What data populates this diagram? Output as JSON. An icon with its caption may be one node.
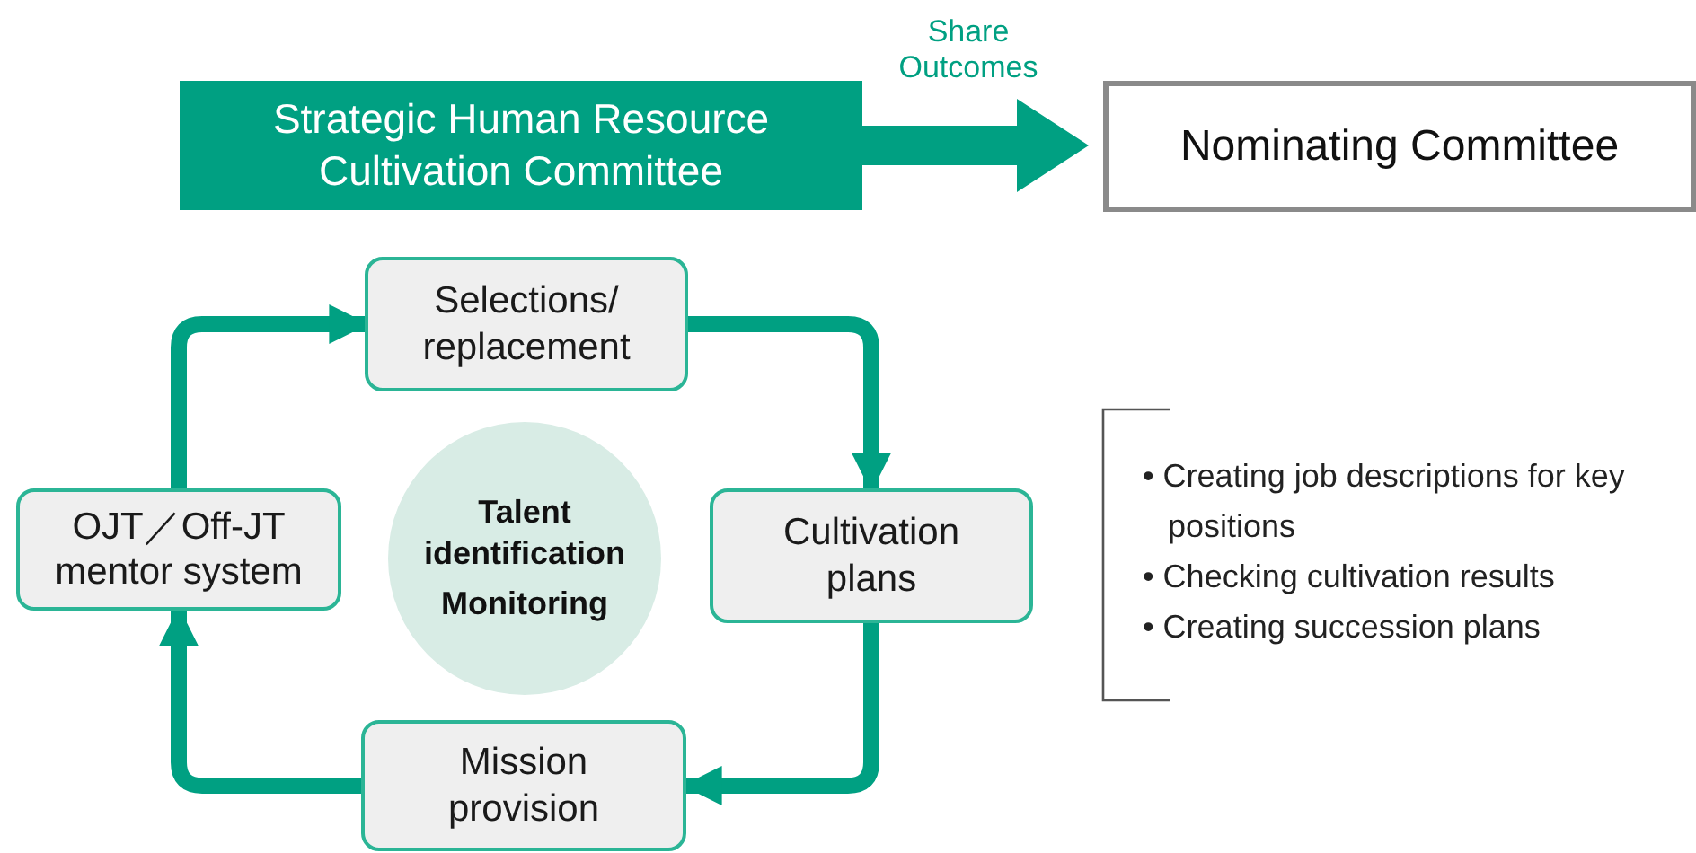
{
  "diagram": {
    "nodes": [
      {
        "text": [
          "Strategic Human Resource Cultivation Committee"
        ]
      },
      {
        "text": [
          "Nominating Committee"
        ]
      },
      {
        "text": [
          "Selections/ replacement"
        ]
      },
      {
        "text": [
          "Cultivation plans"
        ]
      },
      {
        "text": [
          "Mission provision"
        ]
      },
      {
        "text": [
          "OJT／Off-JT mentor system"
        ]
      },
      {
        "text": [
          "Talent identification",
          "Monitoring"
        ]
      }
    ],
    "edges": [
      {
        "from": 0,
        "to": 1,
        "arrow": "to",
        "label": "Share Outcomes",
        "style": "thick"
      },
      {
        "from": 2,
        "to": 3,
        "arrow": "to"
      },
      {
        "from": 3,
        "to": 4,
        "arrow": "to"
      },
      {
        "from": 4,
        "to": 5,
        "arrow": "to"
      },
      {
        "from": 5,
        "to": 2,
        "arrow": "to"
      }
    ],
    "labels": [
      "• Creating job descriptions for key positions",
      "• Checking cultivation results",
      "• Creating succession plans"
    ]
  }
}
